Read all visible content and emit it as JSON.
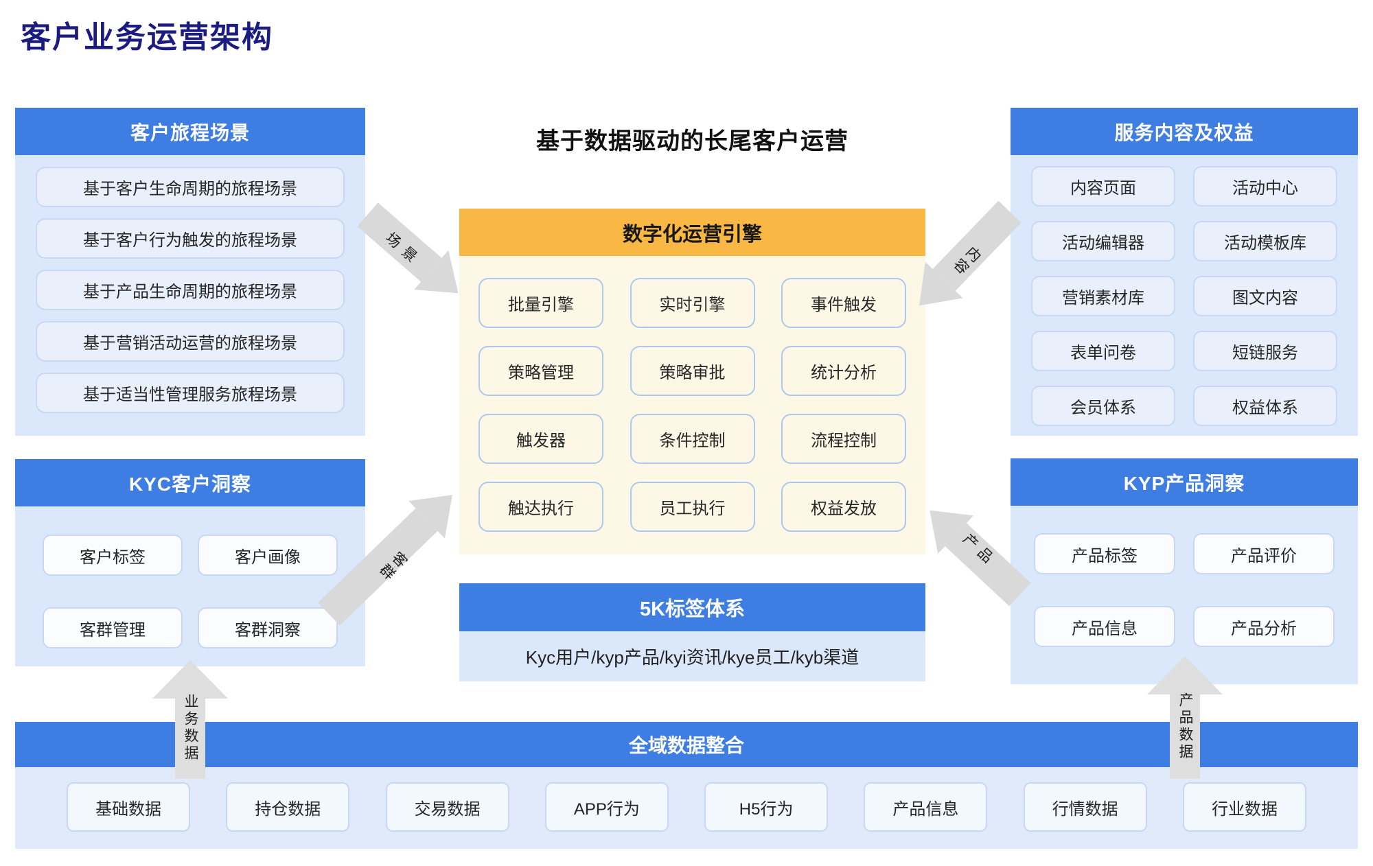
{
  "page_title": "客户业务运营架构",
  "center": {
    "headline": "基于数据驱动的长尾客户运营",
    "engine": {
      "title": "数字化运营引擎",
      "modules": [
        "批量引擎",
        "实时引擎",
        "事件触发",
        "策略管理",
        "策略审批",
        "统计分析",
        "触发器",
        "条件控制",
        "流程控制",
        "触达执行",
        "员工执行",
        "权益发放"
      ]
    },
    "tag_system": {
      "title": "5K标签体系",
      "description": "Kyc用户/kyp产品/kyi资讯/kye员工/kyb渠道"
    }
  },
  "left": {
    "journey": {
      "title": "客户旅程场景",
      "items": [
        "基于客户生命周期的旅程场景",
        "基于客户行为触发的旅程场景",
        "基于产品生命周期的旅程场景",
        "基于营销活动运营的旅程场景",
        "基于适当性管理服务旅程场景"
      ]
    },
    "kyc": {
      "title": "KYC客户洞察",
      "items": [
        "客户标签",
        "客户画像",
        "客群管理",
        "客群洞察"
      ]
    }
  },
  "right": {
    "service": {
      "title": "服务内容及权益",
      "items": [
        "内容页面",
        "活动中心",
        "活动编辑器",
        "活动模板库",
        "营销素材库",
        "图文内容",
        "表单问卷",
        "短链服务",
        "会员体系",
        "权益体系"
      ]
    },
    "kyp": {
      "title": "KYP产品洞察",
      "items": [
        "产品标签",
        "产品评价",
        "产品信息",
        "产品分析"
      ]
    }
  },
  "bottom": {
    "title": "全域数据整合",
    "items": [
      "基础数据",
      "持仓数据",
      "交易数据",
      "APP行为",
      "H5行为",
      "产品信息",
      "行情数据",
      "行业数据"
    ]
  },
  "arrows": {
    "scene": "场景",
    "content": "内容",
    "segment": "客群",
    "product": "产品",
    "biz_data": "业务数据",
    "product_data": "产品数据"
  },
  "colors": {
    "header_blue": "#3e7de1",
    "panel_blue": "#dbe7fa",
    "engine_orange": "#f9b843",
    "engine_bg": "#fdf8e6",
    "title_navy": "#1b1b80",
    "arrow_gray": "#d9d9d9"
  }
}
